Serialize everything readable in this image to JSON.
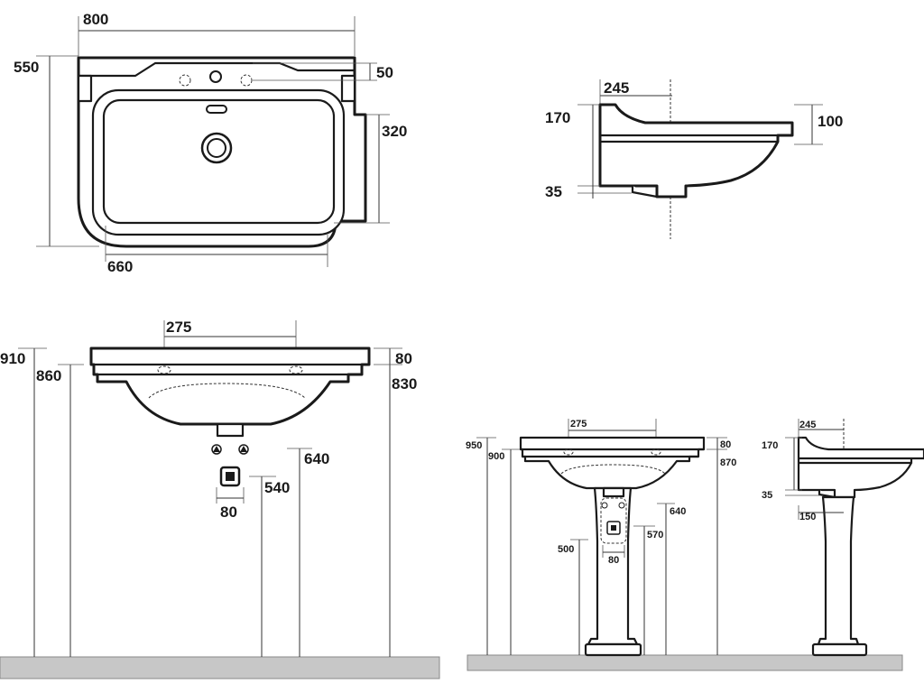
{
  "top_view": {
    "width_label": "800",
    "depth_label": "550",
    "tap_offset_label": "50",
    "bowl_depth_label": "320",
    "bowl_width_label": "660"
  },
  "side_view_small": {
    "back_label": "245",
    "total_height_label": "170",
    "rim_label": "100",
    "waste_label": "35"
  },
  "front_wall": {
    "tap_spacing_label": "275",
    "h910_label": "910",
    "h860_label": "860",
    "rim_label": "80",
    "h830_label": "830",
    "h640_label": "640",
    "h540_label": "540",
    "waste_label": "80"
  },
  "front_pedestal": {
    "tap_spacing_label": "275",
    "h950_label": "950",
    "h900_label": "900",
    "rim_label": "80",
    "h870_label": "870",
    "h640_label": "640",
    "h500_label": "500",
    "h570_label": "570",
    "waste_label": "80"
  },
  "side_pedestal": {
    "back_label": "245",
    "total_height_label": "170",
    "waste_label": "35",
    "foot_label": "150"
  }
}
